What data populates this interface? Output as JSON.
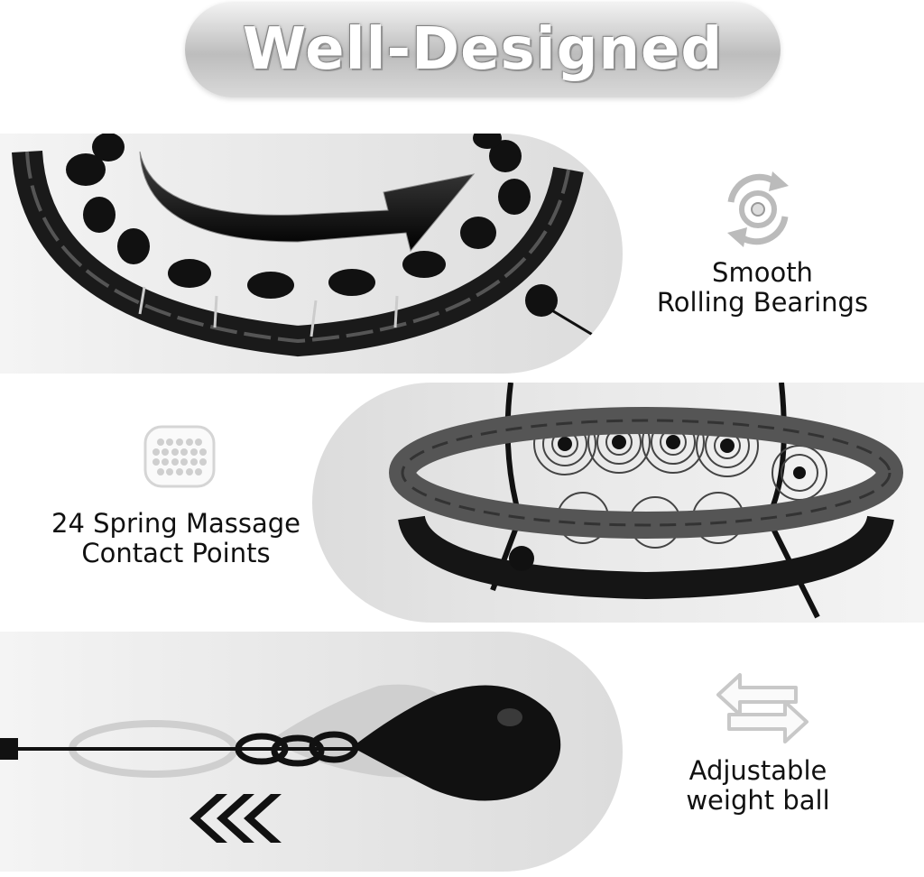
{
  "header": {
    "title": "Well-Designed"
  },
  "features": [
    {
      "line1": "Smooth",
      "line2": "Rolling Bearings",
      "icon": "rotation-icon"
    },
    {
      "line1": "24 Spring Massage",
      "line2": "Contact Points",
      "icon": "massage-nodes-icon"
    },
    {
      "line1": "Adjustable",
      "line2": "weight ball",
      "icon": "swap-arrows-icon"
    }
  ],
  "colors": {
    "text": "#111111",
    "panel": "#e6e6e6",
    "product": "#222222"
  }
}
